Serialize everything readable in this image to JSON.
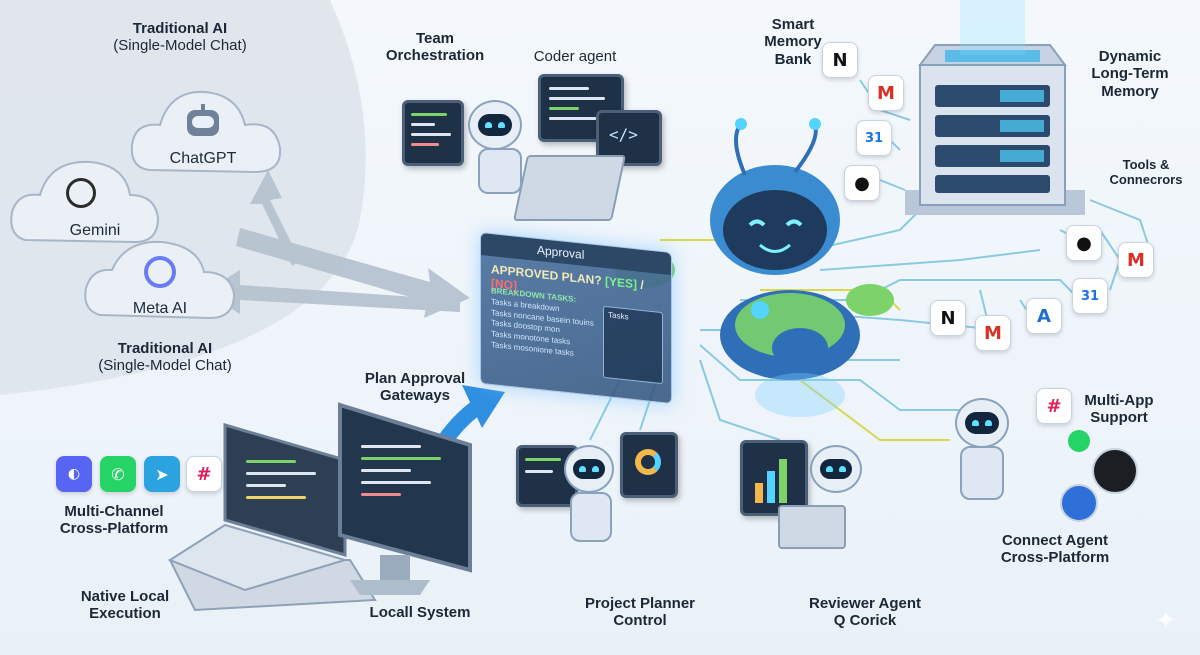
{
  "traditional_top": {
    "title": "Traditional AI",
    "subtitle": "(Single-Model Chat)"
  },
  "traditional_bottom": {
    "title": "Traditional AI",
    "subtitle": "(Single-Model Chat)"
  },
  "clouds": [
    {
      "label": "ChatGPT",
      "icon": "robot-icon"
    },
    {
      "label": "Gemini",
      "icon": "openai-knot-icon"
    },
    {
      "label": "Meta AI",
      "icon": "meta-ring-icon"
    }
  ],
  "team": {
    "title_line1": "Team",
    "title_line2": "Orchestration",
    "coder": "Coder agent"
  },
  "memory": {
    "line1": "Smart",
    "line2": "Memory",
    "line3": "Bank"
  },
  "dynamic": {
    "line1": "Dynamic",
    "line2": "Long-Term",
    "line3": "Memory"
  },
  "tools": {
    "line1": "Tools &",
    "line2": "Connecrors"
  },
  "approval_panel": {
    "title": "Approval",
    "question": "APPROVED PLAN?",
    "yes": "[YES]",
    "sep": " / ",
    "no": "[NO]",
    "tasks_header": "BREAKDOWN TASKS:",
    "tasks": [
      "Tasks a breakdown",
      "Tasks noncane basein touins",
      "Tasks doostop mon",
      "Tasks monotone tasks",
      "Tasks mosonione tasks"
    ],
    "side_header": "Tasks"
  },
  "plan_gateways": {
    "line1": "Plan Approval",
    "line2": "Gateways"
  },
  "multichannel": {
    "line1": "Multi-Channel",
    "line2": "Cross-Platform"
  },
  "native": {
    "line1": "Native Local",
    "line2": "Execution"
  },
  "local_system": "Locall System",
  "planner": {
    "line1": "Project Planner",
    "line2": "Control"
  },
  "reviewer": {
    "line1": "Reviewer Agent",
    "line2": "Q Corick"
  },
  "multiapp": {
    "line1": "Multi-App",
    "line2": "Support"
  },
  "connect": {
    "line1": "Connect Agent",
    "line2": "Cross-Platform"
  },
  "colors": {
    "accent_blue": "#2f8fe0",
    "lobster_green": "#7bd36a",
    "lobster_blue": "#2f6fb8",
    "circuit": "#7fc6df",
    "circuit_yellow": "#d8d84a"
  },
  "messenger_icons": [
    "discord-icon",
    "whatsapp-icon",
    "telegram-icon",
    "slack-icon"
  ],
  "connector_icons": [
    "notion-icon",
    "gmail-icon",
    "google-calendar-icon",
    "github-icon",
    "azure-icon"
  ]
}
